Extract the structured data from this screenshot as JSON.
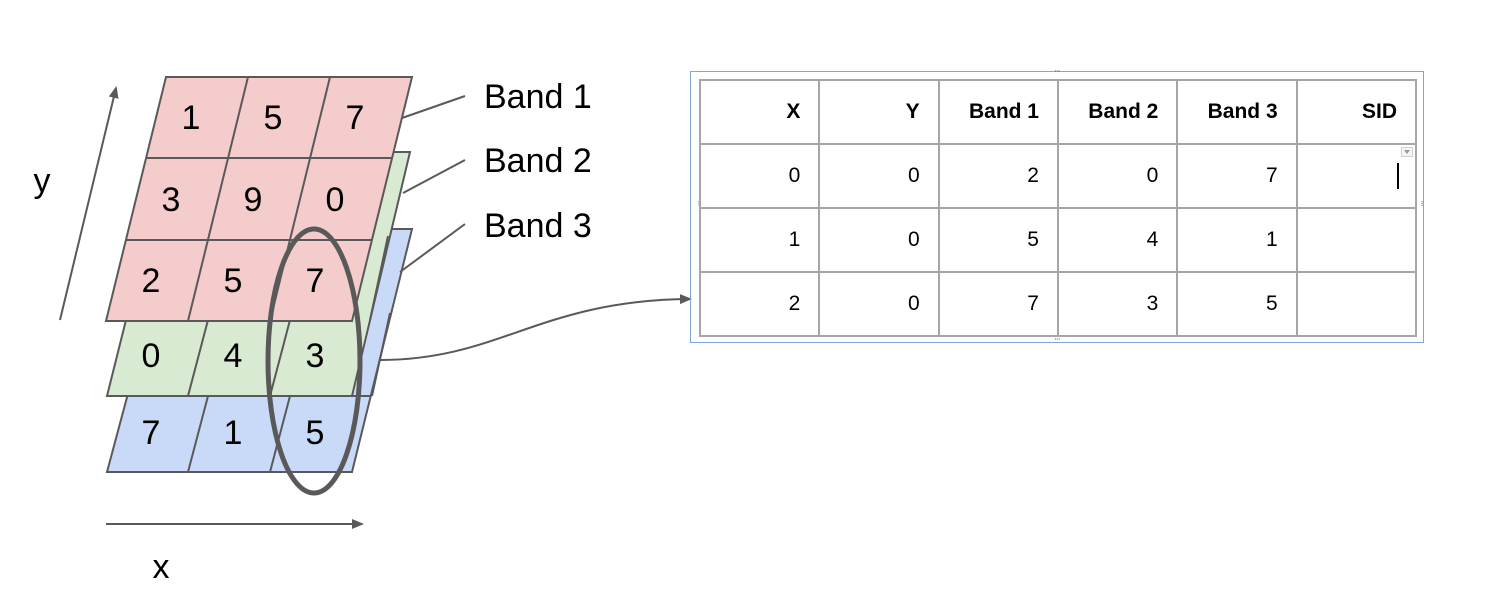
{
  "axes": {
    "y_label": "y",
    "x_label": "x"
  },
  "bands": [
    {
      "label": "Band 1",
      "color": "#f4cccc",
      "values": [
        [
          "1",
          "5",
          "7"
        ],
        [
          "3",
          "9",
          "0"
        ],
        [
          "2",
          "5",
          "7"
        ]
      ]
    },
    {
      "label": "Band 2",
      "color": "#d9ead3",
      "values": [
        [
          "0",
          "4",
          "3"
        ]
      ]
    },
    {
      "label": "Band 3",
      "color": "#c9daf8",
      "values": [
        [
          "7",
          "1",
          "5"
        ]
      ]
    }
  ],
  "table": {
    "headers": [
      "X",
      "Y",
      "Band 1",
      "Band 2",
      "Band 3",
      "SID"
    ],
    "rows": [
      [
        "0",
        "0",
        "2",
        "0",
        "7",
        ""
      ],
      [
        "1",
        "0",
        "5",
        "4",
        "1",
        ""
      ],
      [
        "2",
        "0",
        "7",
        "3",
        "5",
        ""
      ]
    ]
  },
  "colors": {
    "grid_line": "#595959",
    "ellipse": "#595959",
    "table_border": "#a6a6a6",
    "frame_border": "#6f9bd1"
  }
}
